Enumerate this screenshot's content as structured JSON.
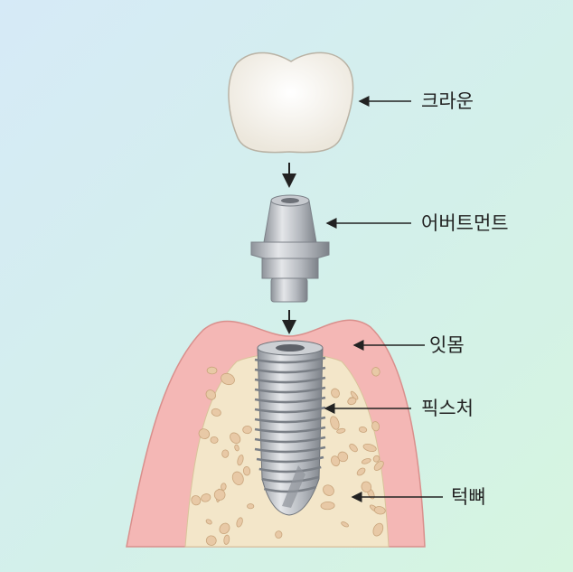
{
  "labels": {
    "crown": "크라운",
    "abutment": "어버트먼트",
    "gum": "잇몸",
    "fixture": "픽스처",
    "jawbone": "턱뼈"
  },
  "colors": {
    "gum": "#f4b7b5",
    "bone": "#f3e6c9",
    "metal": "#b8bcc2",
    "crown": "#faf8f3"
  }
}
